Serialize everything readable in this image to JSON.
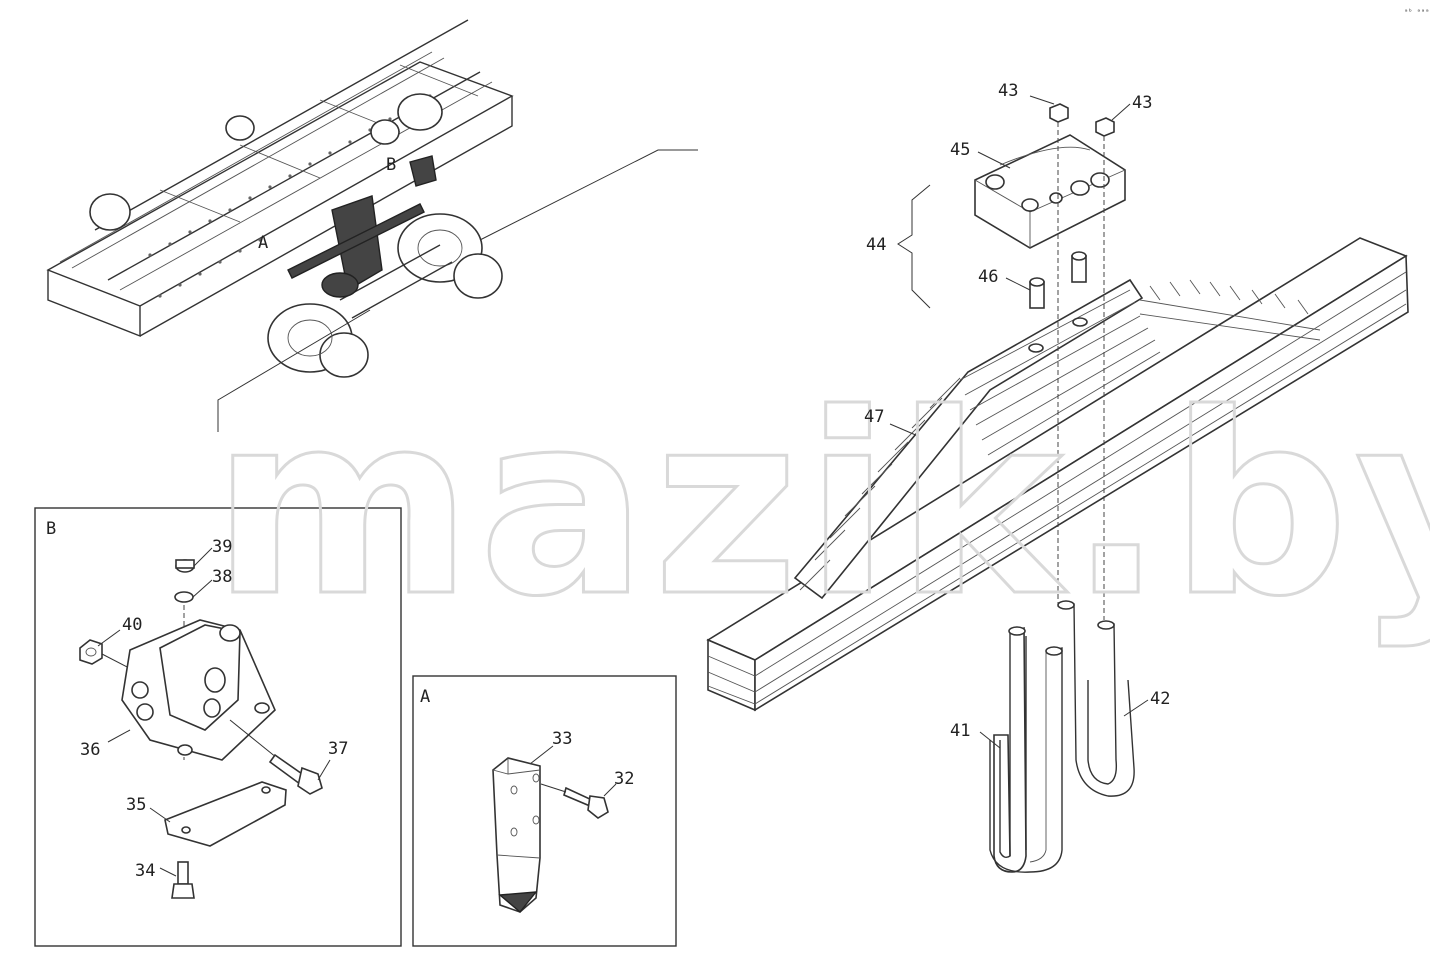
{
  "watermark": "mazik.by",
  "corner_mark": "ᵃᵇ ᵃᵃᵃ",
  "overview": {
    "callout_a": "A",
    "callout_b": "B"
  },
  "panel_b": {
    "label": "B",
    "callouts": [
      "34",
      "35",
      "36",
      "37",
      "38",
      "39",
      "40"
    ]
  },
  "panel_a": {
    "label": "A",
    "callouts": [
      "32",
      "33"
    ]
  },
  "spring_assembly": {
    "callouts": [
      "41",
      "42",
      "43",
      "43",
      "44",
      "45",
      "46",
      "47"
    ]
  }
}
